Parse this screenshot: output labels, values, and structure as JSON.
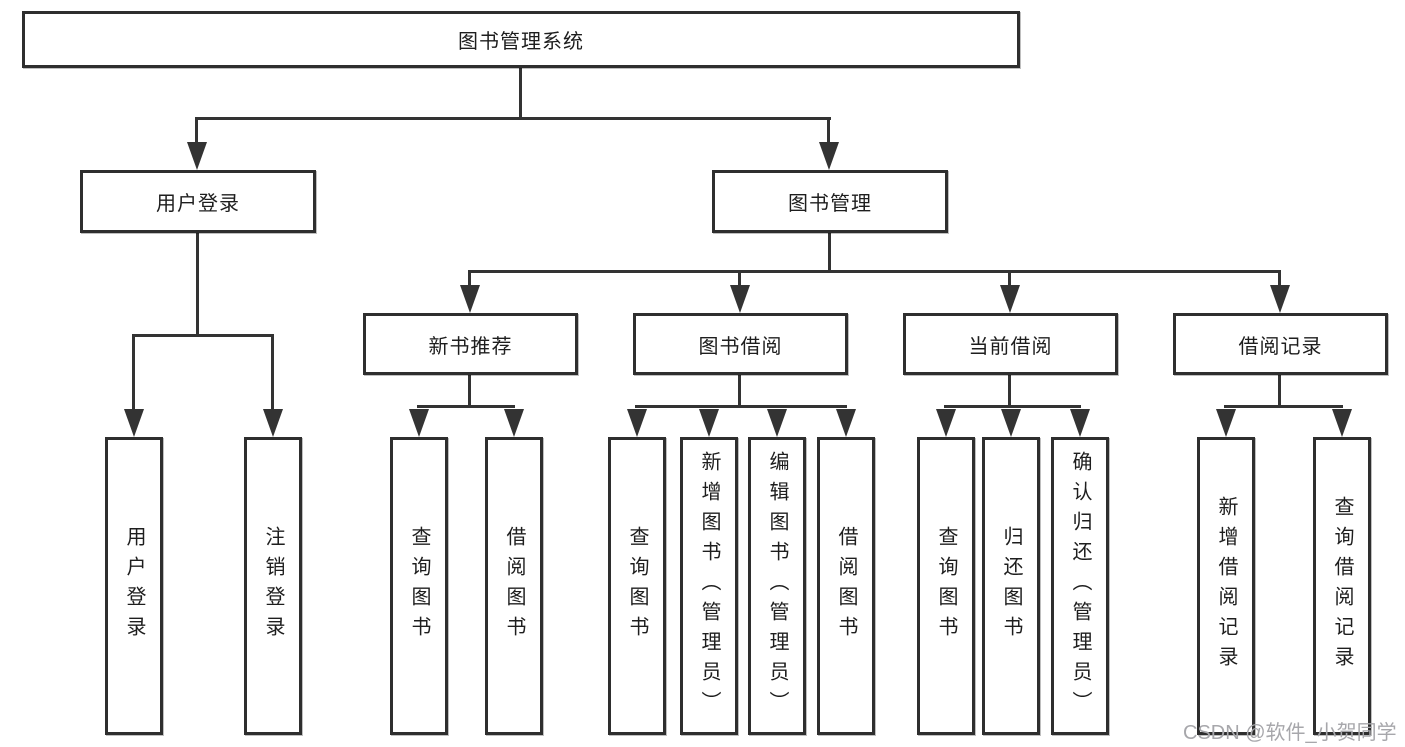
{
  "diagram": {
    "root": {
      "label": "图书管理系统"
    },
    "branches": [
      {
        "label": "用户登录",
        "leaves": [
          {
            "label": "用户登录"
          },
          {
            "label": "注销登录"
          }
        ]
      },
      {
        "label": "图书管理",
        "groups": [
          {
            "label": "新书推荐",
            "leaves": [
              {
                "label": "查询图书"
              },
              {
                "label": "借阅图书"
              }
            ]
          },
          {
            "label": "图书借阅",
            "leaves": [
              {
                "label": "查询图书"
              },
              {
                "label": "新增图书（管理员）"
              },
              {
                "label": "编辑图书（管理员）"
              },
              {
                "label": "借阅图书"
              }
            ]
          },
          {
            "label": "当前借阅",
            "leaves": [
              {
                "label": "查询图书"
              },
              {
                "label": "归还图书"
              },
              {
                "label": "确认归还（管理员）"
              }
            ]
          },
          {
            "label": "借阅记录",
            "leaves": [
              {
                "label": "新增借阅记录"
              },
              {
                "label": "查询借阅记录"
              }
            ]
          }
        ]
      }
    ]
  },
  "watermark": {
    "text": "CSDN @软件_小贺同学"
  },
  "colors": {
    "line": "#333333",
    "box_border": "#2e2e2e",
    "text": "#1e1e1e",
    "watermark": "#a7a7ab",
    "background": "#ffffff"
  }
}
